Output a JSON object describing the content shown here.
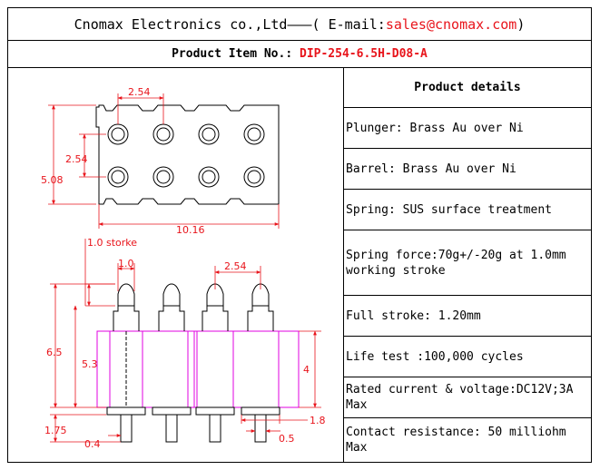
{
  "header": {
    "company_prefix": "Cnomax Electronics co.,Ltd———( E-mail: ",
    "email": "sales@cnomax.com",
    "company_suffix": ")"
  },
  "item": {
    "label": "Product Item No.: ",
    "number": "DIP-254-6.5H-D08-A"
  },
  "details": {
    "heading": "Product details",
    "rows": [
      "Plunger: Brass Au over Ni",
      "Barrel: Brass Au over Ni",
      "Spring: SUS surface treatment",
      "Spring force:70g+/-20g at 1.0mm working stroke",
      "Full stroke: 1.20mm",
      "Life test :100,000 cycles",
      "Rated current & voltage:DC12V;3A Max",
      "Contact resistance: 50 milliohm Max"
    ]
  },
  "dimensions": {
    "pitch_top": "2.54",
    "pitch_side": "2.54",
    "height_top": "5.08",
    "width_top": "10.16",
    "stroke_note": "1.0 storke",
    "tip_width": "1.0",
    "pitch_side_view": "2.54",
    "total_height": "6.5",
    "body_height": "5.3",
    "insulator_height": "4",
    "tail_length": "1.75",
    "tail_offset": "0.4",
    "tail_diameter": "0.5",
    "flange_width": "1.8"
  },
  "colors": {
    "dimension": "#e8141b",
    "insulator": "#e000e0",
    "outline": "#000000"
  }
}
